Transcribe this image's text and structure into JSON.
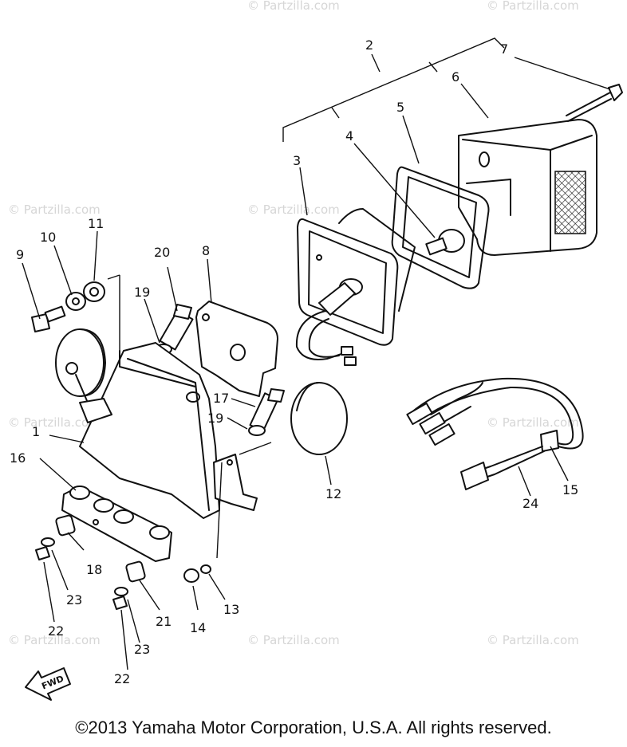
{
  "diagram": {
    "callouts": [
      "1",
      "2",
      "3",
      "4",
      "5",
      "6",
      "7",
      "8",
      "9",
      "10",
      "11",
      "12",
      "13",
      "14",
      "15",
      "16",
      "17",
      "18",
      "19",
      "19",
      "20",
      "21",
      "22",
      "22",
      "23",
      "23",
      "24"
    ],
    "watermark": "© Partzilla.com",
    "fwd_label": "FWD",
    "copyright": "©2013 Yamaha Motor Corporation, U.S.A. All rights reserved."
  }
}
